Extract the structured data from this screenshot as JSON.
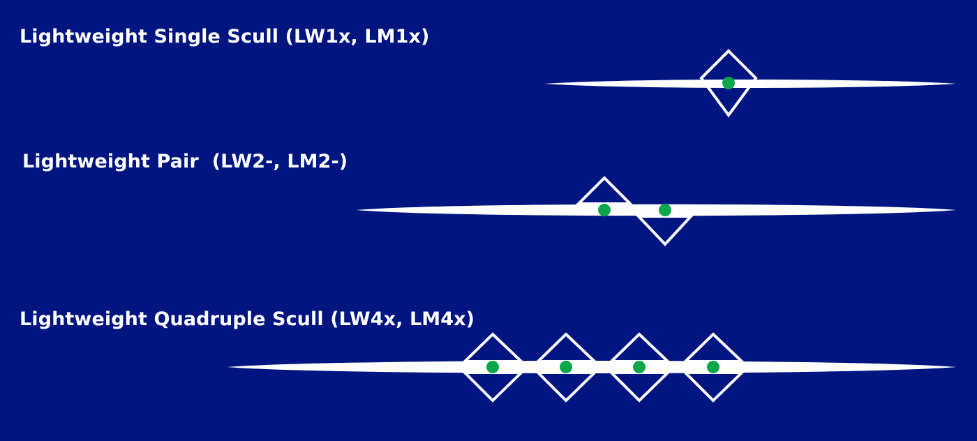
{
  "colors": {
    "background": "#001580",
    "hull": "#ffffff",
    "rigger_outline": "#ffffff",
    "seat": "#0ea64a"
  },
  "boats": [
    {
      "id": "single",
      "title": "Lightweight Single Scull (LW1x, LM1x)",
      "rowers": 1
    },
    {
      "id": "pair",
      "title": "Lightweight Pair  (LW2-, LM2-)",
      "rowers": 2
    },
    {
      "id": "quad",
      "title": "Lightweight Quadruple Scull (LW4x, LM4x)",
      "rowers": 4
    }
  ]
}
